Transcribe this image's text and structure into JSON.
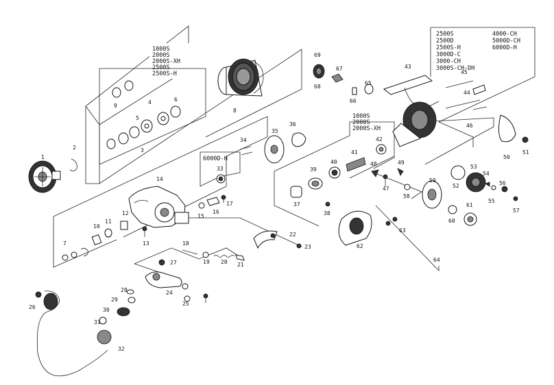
{
  "model_boxes": {
    "spool_box": [
      "1000S",
      "2000S",
      "2000S-XH",
      "2500S",
      "2500S-H"
    ],
    "frame_box_left": [
      "2500S",
      "2500D",
      "2500S-H",
      "3000D-C",
      "3000-CH",
      "3000S-CH-DH"
    ],
    "frame_box_right": [
      "4000-CH",
      "5000D-CH",
      "6000D-H"
    ],
    "rotor_box": [
      "1000S",
      "2000S",
      "2000S-XH"
    ],
    "mid_box": [
      "6000D-H"
    ]
  },
  "part_numbers": [
    "1",
    "2",
    "3",
    "4",
    "5",
    "6",
    "7",
    "8",
    "9",
    "10",
    "11",
    "12",
    "13",
    "14",
    "15",
    "16",
    "17",
    "18",
    "19",
    "20",
    "21",
    "22",
    "23",
    "24",
    "25",
    "26",
    "27",
    "28",
    "29",
    "30",
    "31",
    "32",
    "33",
    "34",
    "35",
    "36",
    "37",
    "38",
    "39",
    "40",
    "41",
    "42",
    "43",
    "44",
    "45",
    "46",
    "47",
    "48",
    "49",
    "50",
    "51",
    "52",
    "53",
    "54",
    "55",
    "56",
    "57",
    "58",
    "59",
    "60",
    "61",
    "62",
    "63",
    "64",
    "65",
    "66",
    "67",
    "68",
    "69"
  ]
}
